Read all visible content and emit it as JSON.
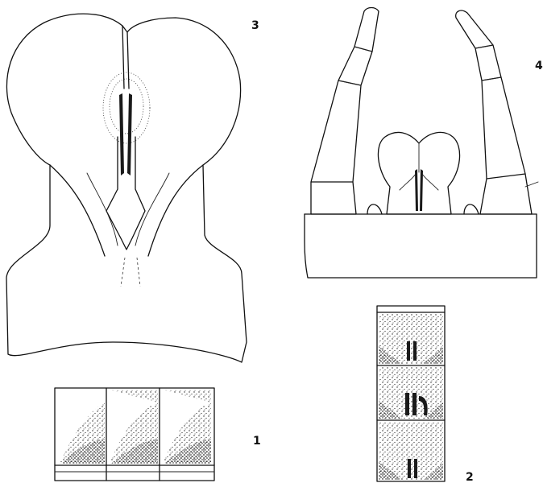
{
  "figures": [
    {
      "number": "3"
    },
    {
      "number": "4"
    },
    {
      "number": "1"
    },
    {
      "number": "2"
    }
  ],
  "colors": {
    "ink": "#111111",
    "background": "#ffffff"
  }
}
